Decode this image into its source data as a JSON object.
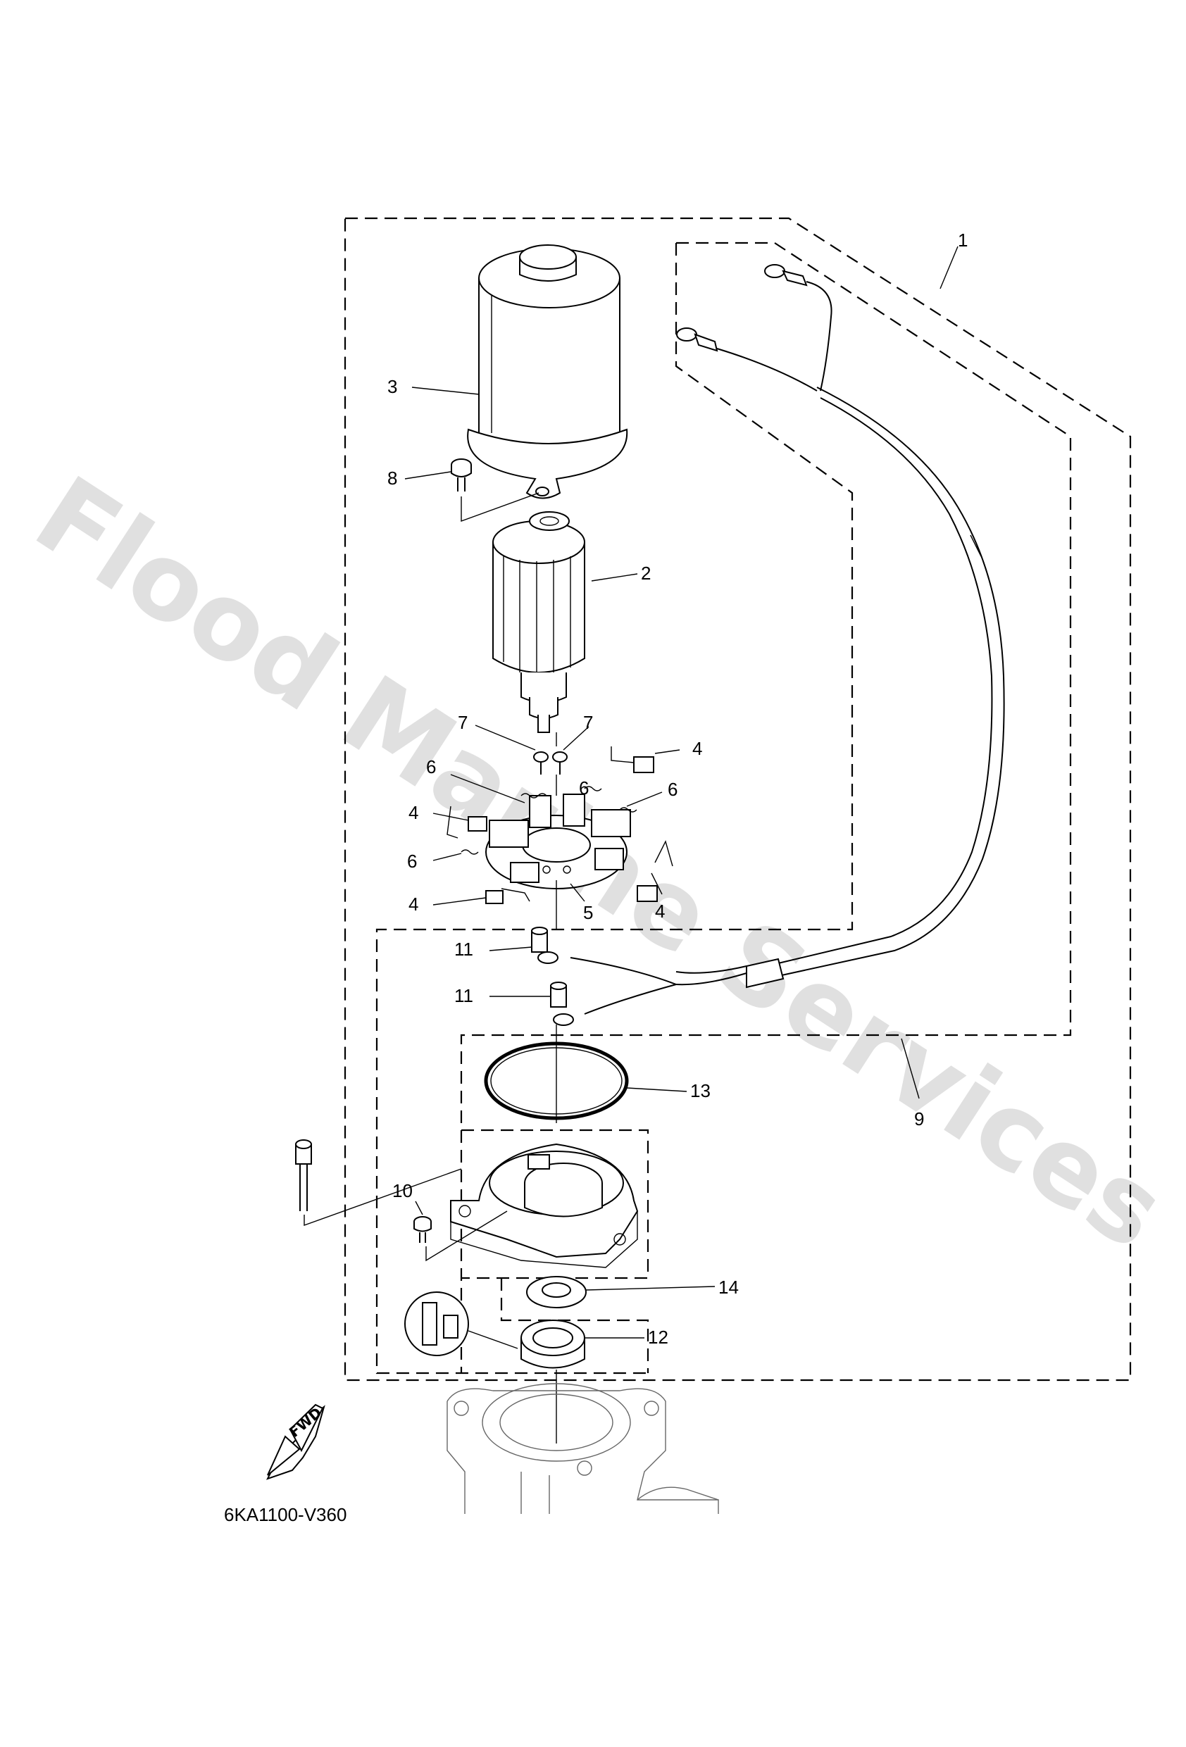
{
  "watermark": "Flood Marine Services",
  "drawing_code": "6KA1100-V360",
  "fwd_label": "FWD",
  "callouts": {
    "c1": "1",
    "c2": "2",
    "c3": "3",
    "c4a": "4",
    "c4b": "4",
    "c4c": "4",
    "c4d": "4",
    "c5": "5",
    "c6a": "6",
    "c6b": "6",
    "c6c": "6",
    "c6d": "6",
    "c7a": "7",
    "c7b": "7",
    "c8": "8",
    "c9": "9",
    "c10": "10",
    "c11a": "11",
    "c11b": "11",
    "c12": "12",
    "c13": "13",
    "c14": "14"
  }
}
